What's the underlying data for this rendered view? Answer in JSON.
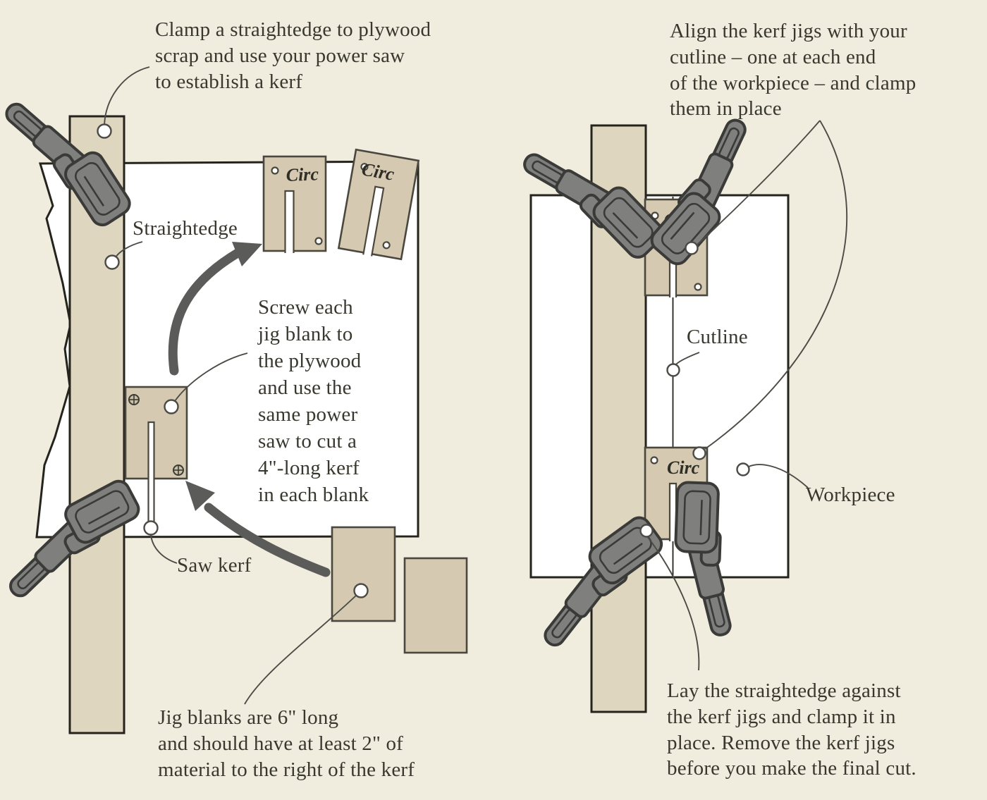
{
  "colors": {
    "bg": "#f0edde",
    "board": "#ded6be",
    "jig": "#d5cab1",
    "outline": "#24231c",
    "clamp": "#7f7f7d",
    "arrow": "#5b5b59",
    "leader": "#4c4b45",
    "ink": "#39382f",
    "workpiece_white": "#ffffff"
  },
  "left_panel": {
    "notes": {
      "clamp": "Clamp a straightedge to plywood\nscrap and use your power saw\nto establish a kerf",
      "screw": "Screw each\njig blank to\nthe plywood\nand use the\nsame power\nsaw to cut a\n4\"-long kerf\nin each blank",
      "jig_blanks": "Jig blanks are 6\" long\nand should have at least 2\" of\nmaterial to the right of the kerf"
    },
    "labels": {
      "straightedge": "Straightedge",
      "saw_kerf": "Saw kerf"
    },
    "jig_stamp": "Circ"
  },
  "right_panel": {
    "notes": {
      "align": "Align the kerf jigs with your\ncutline – one at each end\nof the workpiece – and clamp\nthem in place",
      "lay": "Lay the straightedge against\nthe kerf jigs and clamp it in\nplace. Remove the kerf jigs\nbefore you make the final cut."
    },
    "labels": {
      "cutline": "Cutline",
      "workpiece": "Workpiece"
    },
    "jig_stamp": "Circ"
  }
}
